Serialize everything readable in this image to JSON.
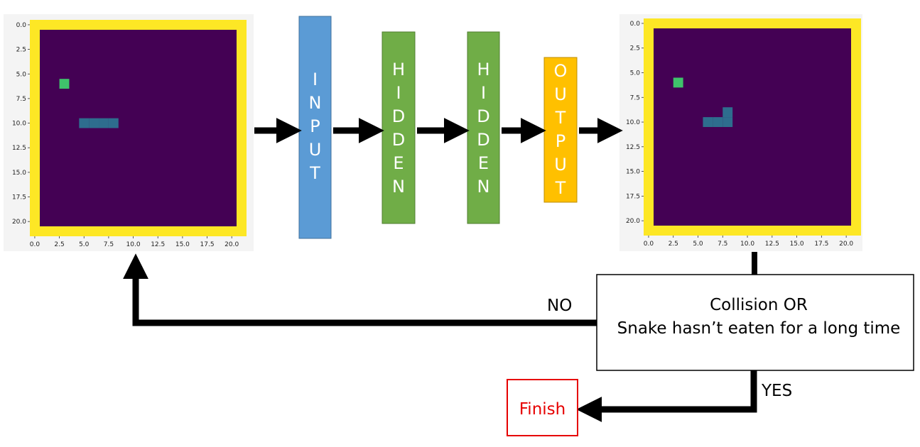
{
  "plots": [
    {
      "x_ticks": [
        "0.0",
        "2.5",
        "5.0",
        "7.5",
        "10.0",
        "12.5",
        "15.0",
        "17.5",
        "20.0"
      ],
      "y_ticks": [
        "0.0",
        "2.5",
        "5.0",
        "7.5",
        "10.0",
        "12.5",
        "15.0",
        "17.5",
        "20.0"
      ],
      "food": [
        3,
        6
      ],
      "snake": [
        [
          5,
          10
        ],
        [
          6,
          10
        ],
        [
          7,
          10
        ],
        [
          8,
          10
        ]
      ]
    },
    {
      "x_ticks": [
        "0.0",
        "2.5",
        "5.0",
        "7.5",
        "10.0",
        "12.5",
        "15.0",
        "17.5",
        "20.0"
      ],
      "y_ticks": [
        "0.0",
        "2.5",
        "5.0",
        "7.5",
        "10.0",
        "12.5",
        "15.0",
        "17.5",
        "20.0"
      ],
      "food": [
        3,
        6
      ],
      "snake": [
        [
          6,
          10
        ],
        [
          7,
          10
        ],
        [
          8,
          10
        ],
        [
          8,
          9
        ]
      ]
    }
  ],
  "layers": [
    {
      "label": "INPUT",
      "color": "#5b9bd5"
    },
    {
      "label": "HIDDEN",
      "color": "#70ad47"
    },
    {
      "label": "HIDDEN",
      "color": "#70ad47"
    },
    {
      "label": "OUTPUT",
      "color": "#ffc000"
    }
  ],
  "decision": {
    "line1": "Collision OR",
    "line2": "Snake hasn’t eaten for a long time"
  },
  "no_label": "NO",
  "yes_label": "YES",
  "finish_label": "Finish",
  "colors": {
    "board": "#440154",
    "wall": "#fde725",
    "food": "#3fc36b",
    "snake": "#2e6d8e"
  }
}
